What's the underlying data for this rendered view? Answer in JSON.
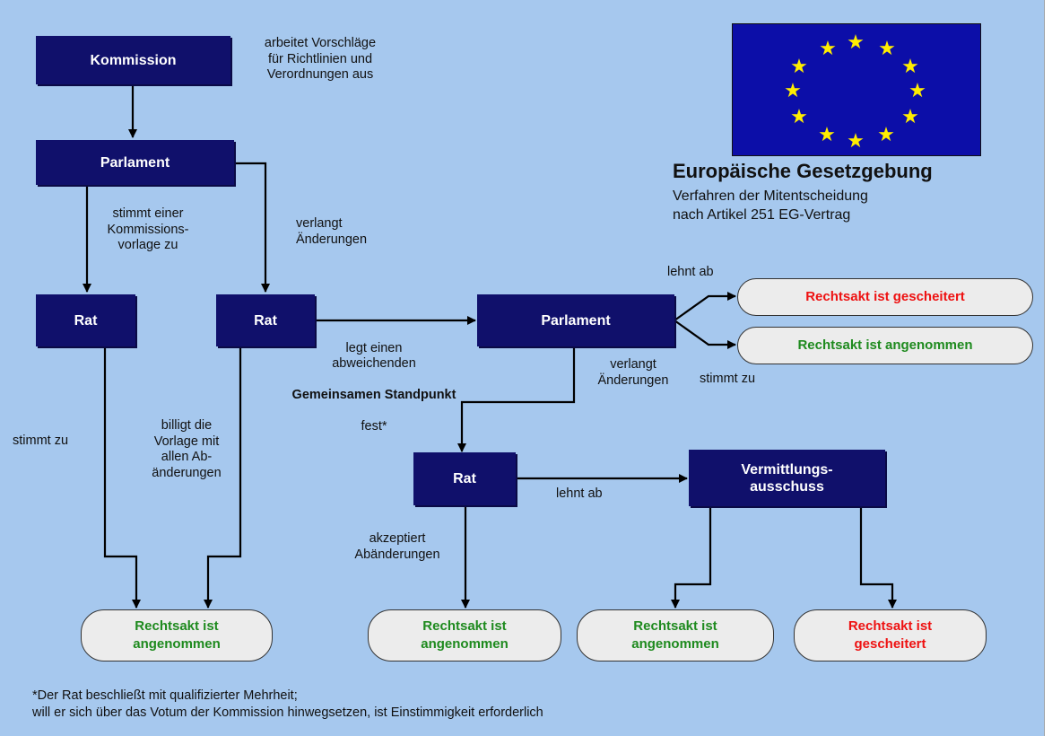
{
  "boxes": {
    "kommission": "Kommission",
    "parlament1": "Parlament",
    "rat1": "Rat",
    "rat2": "Rat",
    "parlament2": "Parlament",
    "rat3": "Rat",
    "vermittlung": "Vermittlungs-\nausschuss"
  },
  "outcomes": {
    "adopted": "Rechtsakt ist angenommen",
    "adopted_wrapped": "Rechtsakt ist\nangenommen",
    "failed": "Rechtsakt ist gescheitert",
    "failed_wrapped": "Rechtsakt ist\ngescheitert"
  },
  "labels": {
    "kommission_desc": "arbeitet Vorschläge\nfür Richtlinien und\nVerordnungen aus",
    "stimmt_vorlage": "stimmt einer\nKommissions-\nvorlage zu",
    "verlangt_aenderungen": "verlangt\nÄnderungen",
    "legt_standpunkt_pre": "legt einen\nabweichenden",
    "legt_standpunkt_bold": "Gemeinsamen Standpunkt",
    "legt_standpunkt_post": "fest*",
    "lehnt_ab": "lehnt ab",
    "stimmt_zu": "stimmt  zu",
    "verlangt_aenderungen2": "verlangt\nÄnderungen",
    "stimmt_zu_left": "stimmt  zu",
    "billigt": "billigt die\nVorlage mit\nallen Ab-\nänderungen",
    "lehnt_ab2": "lehnt ab",
    "akzeptiert": "akzeptiert\nAbänderungen"
  },
  "header": {
    "title": "Europäische Gesetzgebung",
    "subtitle": "Verfahren der Mitentscheidung\nnach Artikel 251 EG-Vertrag"
  },
  "footnote": "*Der Rat beschließt mit qualifizierter Mehrheit;\nwill er sich über das Votum der Kommission hinwegsetzen, ist Einstimmigkeit erforderlich",
  "colors": {
    "background": "#a6c8ee",
    "box": "#10106b",
    "adopted": "#1e8a1e",
    "failed": "#ee1111",
    "flag": "#0c0ea8",
    "star": "#ffee00"
  },
  "icons": {
    "flag": "eu-flag",
    "star": "star-icon"
  }
}
